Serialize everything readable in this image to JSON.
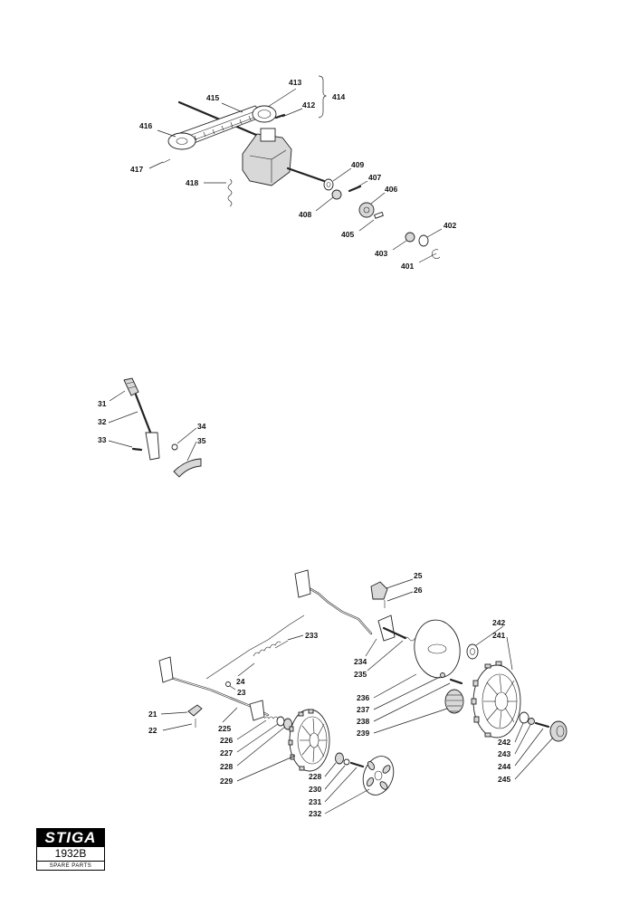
{
  "labels": {
    "p413": "413",
    "p415": "415",
    "p414": "414",
    "p412": "412",
    "p416": "416",
    "p417": "417",
    "p418": "418",
    "p409": "409",
    "p407": "407",
    "p408": "408",
    "p406": "406",
    "p405": "405",
    "p402": "402",
    "p403": "403",
    "p401": "401",
    "p31": "31",
    "p32": "32",
    "p33": "33",
    "p34": "34",
    "p35": "35",
    "p25": "25",
    "p26": "26",
    "p233": "233",
    "p242a": "242",
    "p241": "241",
    "p234": "234",
    "p235": "235",
    "p24": "24",
    "p23": "23",
    "p21": "21",
    "p225": "225",
    "p22": "22",
    "p236": "236",
    "p237": "237",
    "p238": "238",
    "p239": "239",
    "p226": "226",
    "p227": "227",
    "p228a": "228",
    "p229": "229",
    "p228b": "228",
    "p230": "230",
    "p231": "231",
    "p232": "232",
    "p242b": "242",
    "p243": "243",
    "p244": "244",
    "p245": "245"
  },
  "logo": {
    "brand": "STIGA",
    "code": "1932B",
    "subtitle": "SPARE PARTS"
  }
}
